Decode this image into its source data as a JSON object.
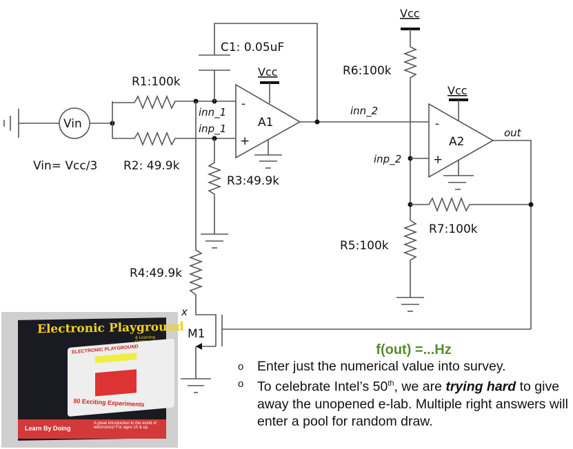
{
  "labels": {
    "c1": "C1: 0.05uF",
    "r1": "R1:100k",
    "r2": "R2: 49.9k",
    "r3": "R3:49.9k",
    "r4": "R4:49.9k",
    "r5": "R5:100k",
    "r6": "R6:100k",
    "r7": "R7:100k",
    "vin": "Vin",
    "vin_eq": "Vin= Vcc/3",
    "vcc": "Vcc",
    "a1": "A1",
    "a2": "A2",
    "m1": "M1",
    "inn_1": "inn_1",
    "inp_1": "inp_1",
    "inn_2": "inn_2",
    "inp_2": "inp_2",
    "out": "out",
    "x": "x",
    "minus": "-",
    "plus": "+"
  },
  "photo": {
    "title": "Electronic Playground",
    "subtitle": "& Learning Center",
    "board": "ELECTRONIC PLAYGROUND",
    "experiments": "50 Exciting Experiments",
    "slogan": "Learn By Doing",
    "intro": "A great introduction to the world of electronics! For ages 10 & up."
  },
  "question": {
    "prompt": "f(out) =...Hz",
    "bullets": [
      {
        "pre": "Enter just the numerical value into survey.",
        "sup": "",
        "mid": "",
        "em": "",
        "post": ""
      },
      {
        "pre": "To celebrate Intel’s 50",
        "sup": "th",
        "mid": ", we are ",
        "em": "trying hard",
        "post": " to give away the unopened e-lab. Multiple right answers will enter a pool for random draw."
      }
    ],
    "bullet_glyph": "o",
    "accent": "#5a8a32"
  }
}
